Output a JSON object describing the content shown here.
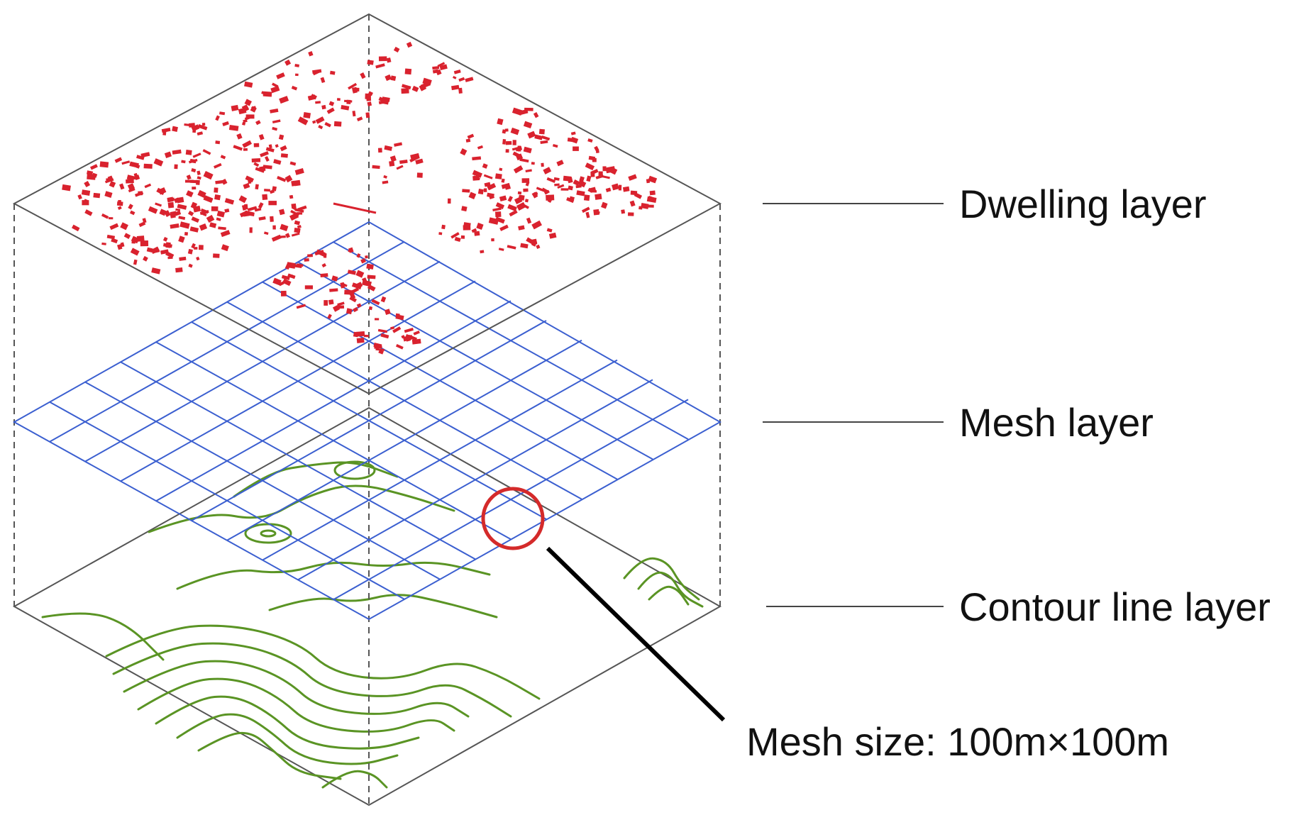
{
  "labels": {
    "dwelling": "Dwelling layer",
    "mesh": "Mesh layer",
    "contour": "Contour line layer",
    "mesh_size": "Mesh size: 100m×100m"
  },
  "colors": {
    "frame": "#555555",
    "dwelling": "#d9222e",
    "mesh": "#3b5fd0",
    "contour": "#5a9424",
    "highlight": "#d42a2a",
    "callout": "#000000",
    "text": "#111111"
  },
  "mesh_grid_divisions": 10
}
